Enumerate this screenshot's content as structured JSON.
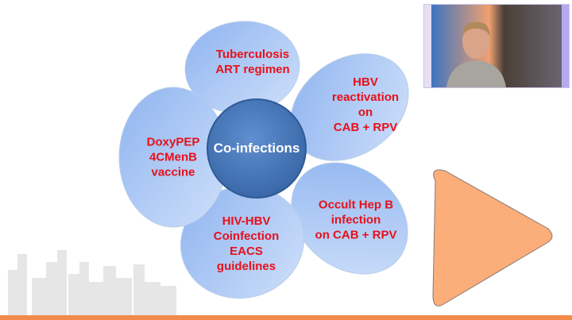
{
  "slide": {
    "center": "Co-infections",
    "petals": [
      {
        "lines": [
          "Tuberculosis",
          "ART regimen"
        ]
      },
      {
        "lines": [
          "HBV",
          "reactivation",
          "on",
          "CAB + RPV"
        ]
      },
      {
        "lines": [
          "Occult Hep B",
          "infection",
          "on CAB + RPV"
        ]
      },
      {
        "lines": [
          "HIV-HBV",
          "Coinfection",
          "EACS",
          "guidelines"
        ]
      },
      {
        "lines": [
          "DoxyPEP",
          "4CMenB",
          "vaccine"
        ]
      }
    ]
  },
  "colors": {
    "text": "#e8101a",
    "center": "#3f6fb0",
    "petal": "#a9c6f5",
    "play": "#fbad7a",
    "bar": "#f48a4a"
  }
}
